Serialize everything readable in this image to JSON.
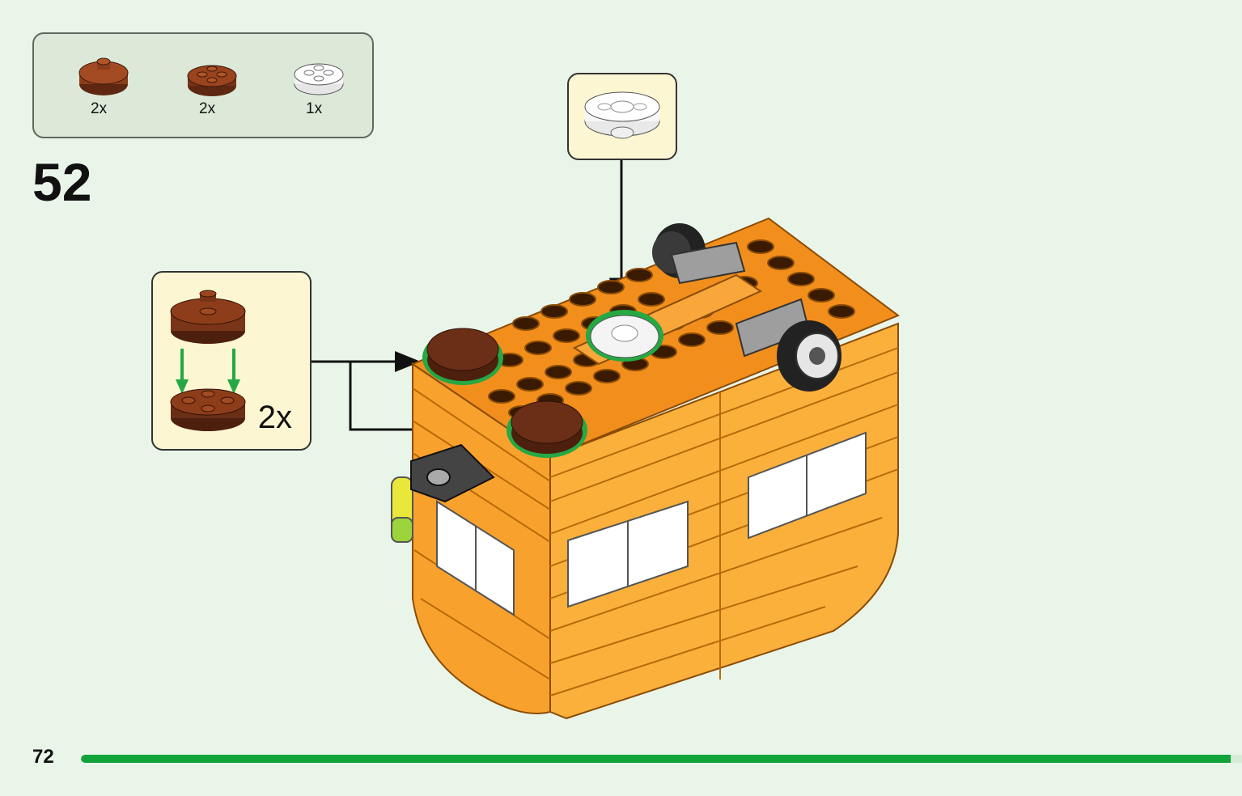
{
  "parts_list": [
    {
      "qty": "2x",
      "part": "round-plate-2x2-brown-icon",
      "color": "#8b3d1c"
    },
    {
      "qty": "2x",
      "part": "round-plate-2x2-with-studs-brown-icon",
      "color": "#7a3418"
    },
    {
      "qty": "1x",
      "part": "round-plate-2x2-transparent-icon",
      "color": "#f4f4f4"
    }
  ],
  "step": {
    "number": "52"
  },
  "subassembly_callout": {
    "qty": "2x"
  },
  "page": {
    "number": "72"
  },
  "progress": {
    "fraction": 0.99,
    "color": "#10a33a"
  },
  "colors": {
    "background": "#eaf5ea",
    "orange": "#f8a12d",
    "orange_dark": "#e57f17",
    "brown": "#6b2e16",
    "highlight_green": "#26a844",
    "callout_bg": "#fdf6d2"
  }
}
